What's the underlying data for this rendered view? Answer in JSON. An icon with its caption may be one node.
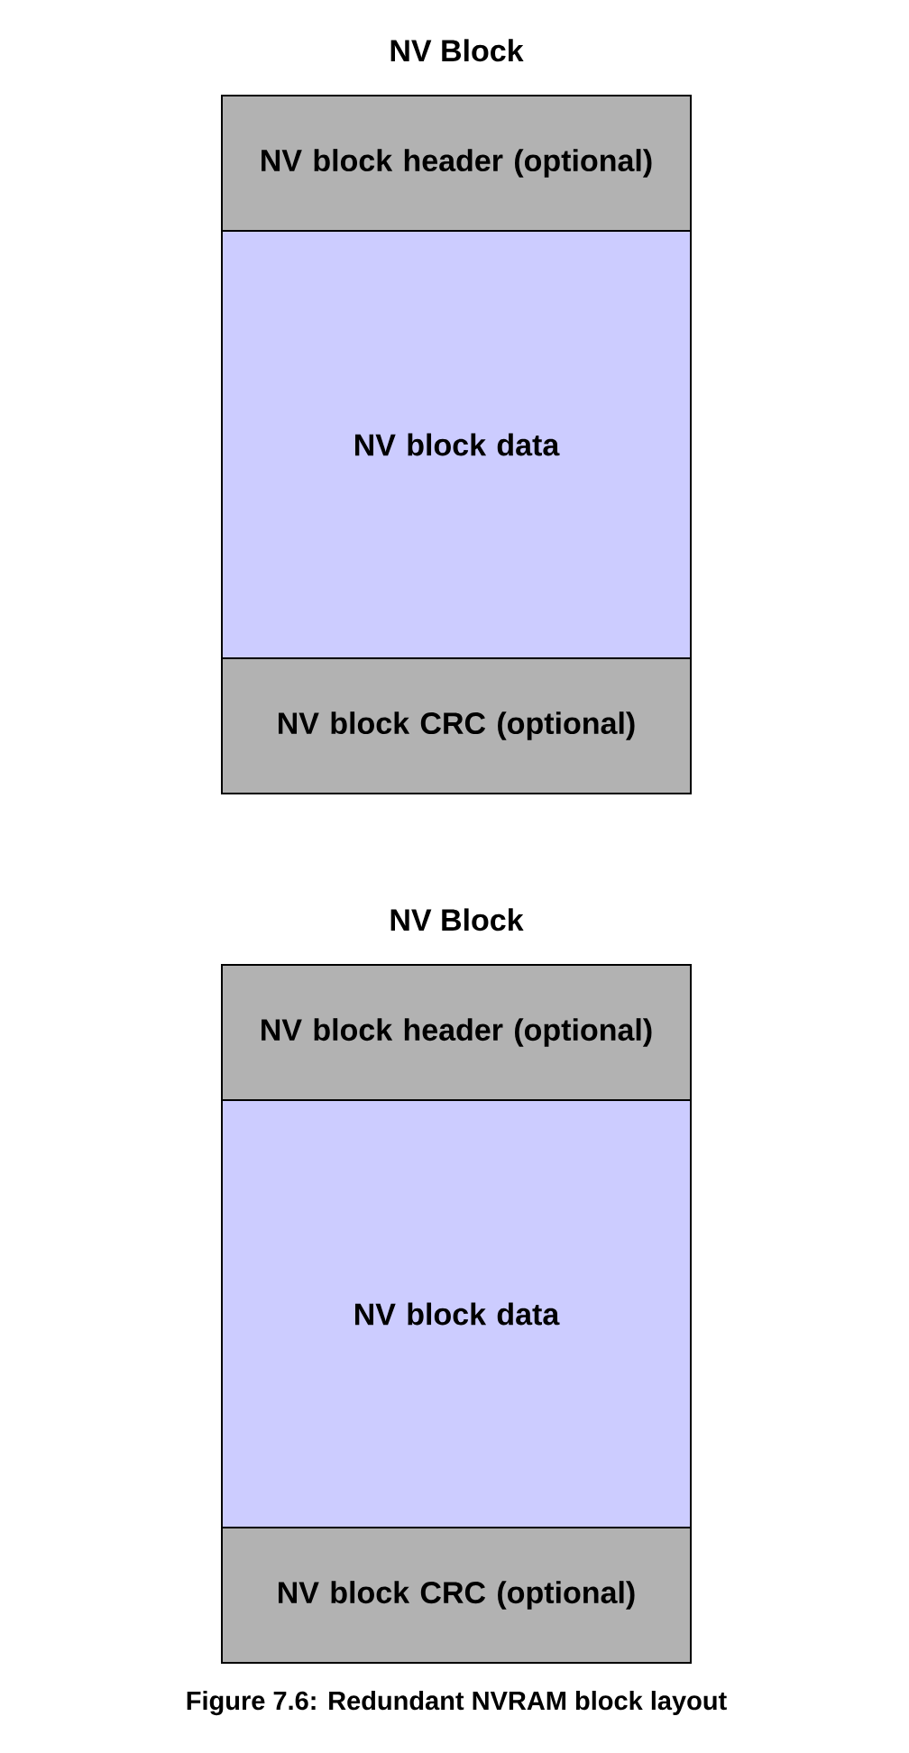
{
  "diagram": {
    "caption": "Figure 7.6: Redundant NVRAM block layout",
    "nodes": [
      {
        "text": [
          "NV Block"
        ]
      },
      {
        "text": [
          "NV block header (optional)"
        ],
        "in": 0
      },
      {
        "text": [
          "NV block data"
        ],
        "in": 0
      },
      {
        "text": [
          "NV block CRC (optional)"
        ],
        "in": 0
      },
      {
        "text": [
          "NV Block"
        ]
      },
      {
        "text": [
          "NV block header (optional)"
        ],
        "in": 4
      },
      {
        "text": [
          "NV block data"
        ],
        "in": 4
      },
      {
        "text": [
          "NV block CRC (optional)"
        ],
        "in": 4
      }
    ]
  }
}
